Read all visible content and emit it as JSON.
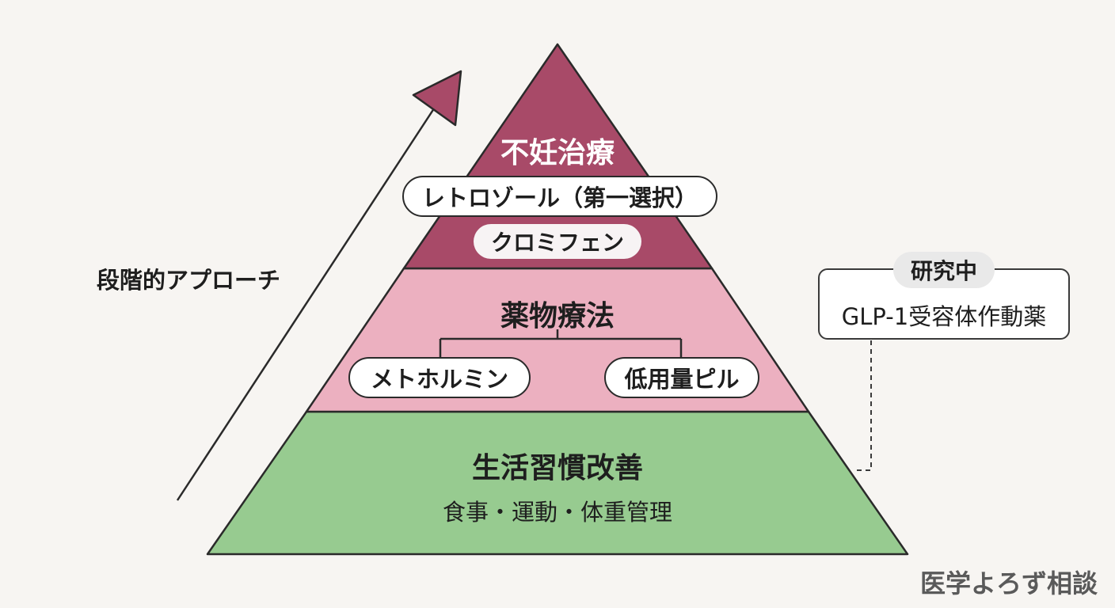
{
  "diagram": {
    "approach_label": "段階的アプローチ",
    "tiers": {
      "top": {
        "title": "不妊治療",
        "items": [
          "レトロゾール（第一選択）",
          "クロミフェン"
        ]
      },
      "middle": {
        "title": "薬物療法",
        "items": [
          "メトホルミン",
          "低用量ピル"
        ]
      },
      "base": {
        "title": "生活習慣改善",
        "subtitle": "食事・運動・体重管理"
      }
    },
    "research": {
      "badge": "研究中",
      "text": "GLP-1受容体作動薬"
    },
    "brand": "医学よろず相談"
  },
  "colors": {
    "background": "#f7f5f2",
    "tier_top": "#a84a68",
    "tier_middle": "#ecb0c0",
    "tier_base": "#97cb90",
    "arrow": "#a84a68",
    "outline": "#2a2a2a"
  }
}
